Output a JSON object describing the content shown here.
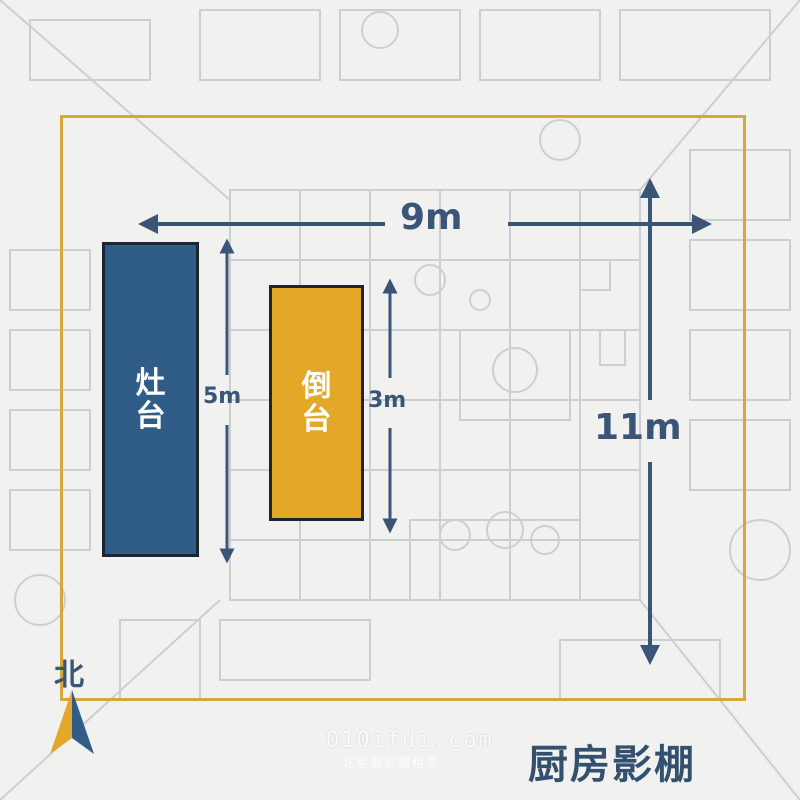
{
  "title": "厨房影棚",
  "north_label": "北",
  "watermark": {
    "domain": "010ifdi.com",
    "subtitle": "北京摄影棚租赁"
  },
  "dimensions": {
    "width": "9m",
    "height": "11m",
    "stove_length": "5m",
    "prep_length": "3m"
  },
  "counters": {
    "stove": "灶台",
    "prep": "倒台"
  },
  "colors": {
    "frame": "#d6a83a",
    "stove": "#2f5d88",
    "prep": "#e3a827",
    "arrow": "#3b5576",
    "background": "#f1f1f0"
  },
  "icons": {
    "compass": "north-compass-icon"
  }
}
